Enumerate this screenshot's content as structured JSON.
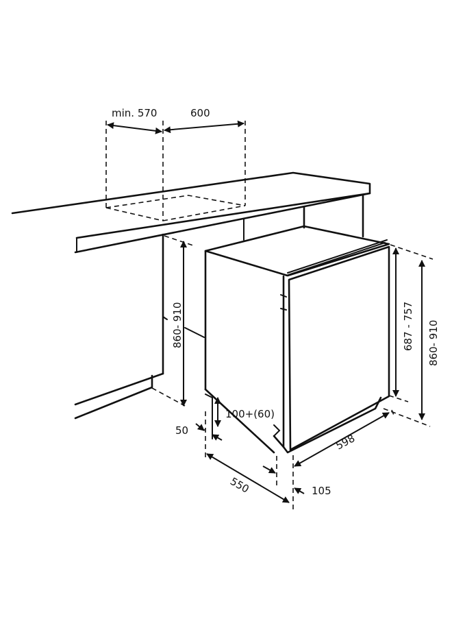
{
  "diagram": {
    "labels": {
      "min_width": "min. 570",
      "width": "600",
      "niche_height": "860- 910",
      "plinth_height": "100+(60)",
      "plinth_depth": "50",
      "depth": "550",
      "appliance_width": "598",
      "door_gap": "105",
      "appliance_height": "687 - 757",
      "total_height": "860- 910"
    },
    "colors": {
      "line": "#111111",
      "background": "#ffffff"
    }
  }
}
